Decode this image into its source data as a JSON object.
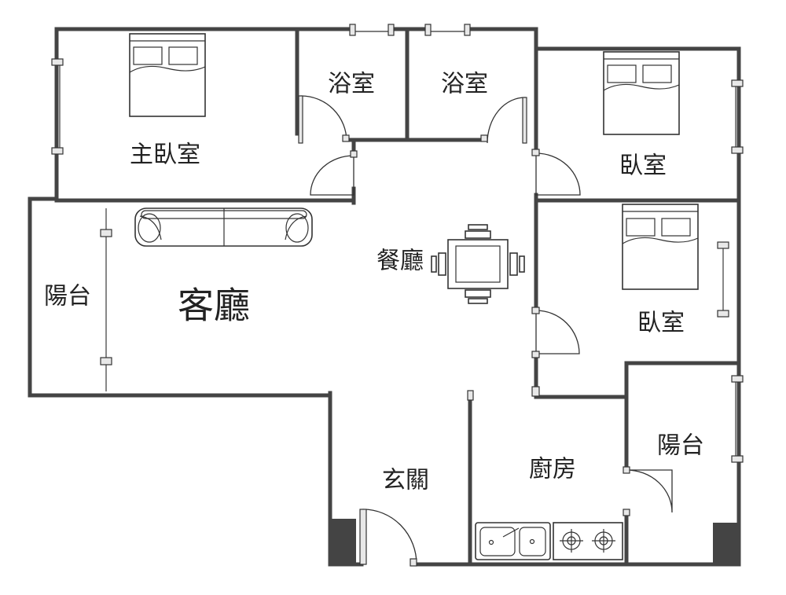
{
  "rooms": {
    "master_bedroom": "主臥室",
    "bathroom_left": "浴室",
    "bathroom_right": "浴室",
    "bedroom_top": "臥室",
    "bedroom_middle": "臥室",
    "dining": "餐廳",
    "living": "客廳",
    "balcony_left": "陽台",
    "balcony_right": "陽台",
    "entrance": "玄關",
    "kitchen": "廚房"
  },
  "colors": {
    "wall": "#444444",
    "line": "#333333",
    "background": "#ffffff"
  }
}
